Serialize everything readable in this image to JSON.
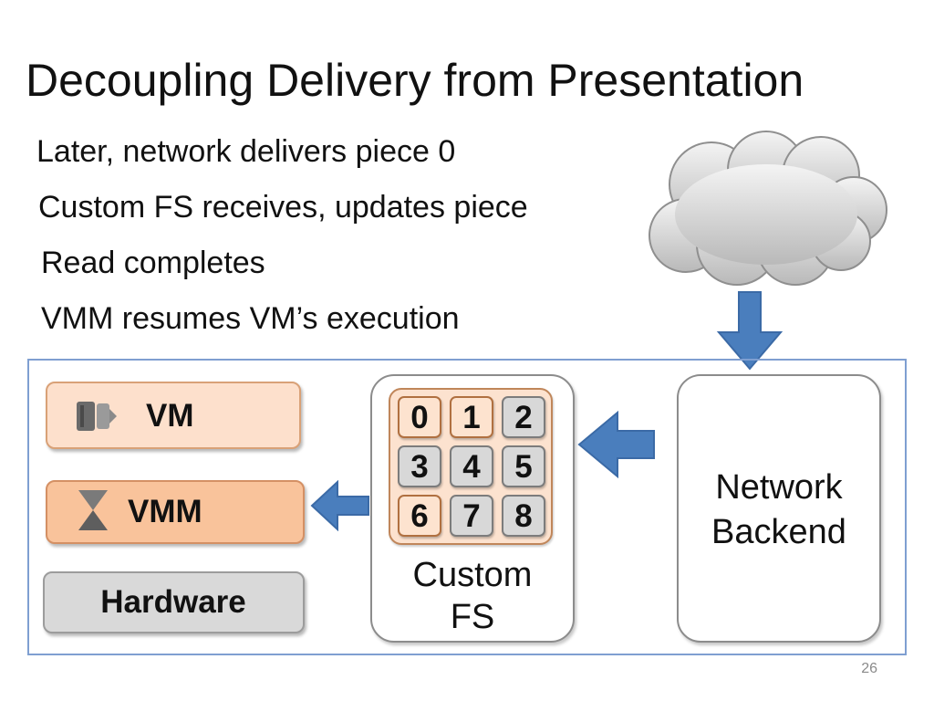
{
  "slide": {
    "title": "Decoupling Delivery from Presentation",
    "bullets": [
      "Later, network delivers piece 0",
      "Custom FS receives, updates piece",
      "Read completes",
      "VMM resumes VM’s execution"
    ],
    "page_number": "26"
  },
  "diagram": {
    "layers": {
      "vm": "VM",
      "vmm": "VMM",
      "hardware": "Hardware"
    },
    "custom_fs": {
      "label_line1": "Custom",
      "label_line2": "FS",
      "pieces": [
        {
          "label": "0",
          "state": "present"
        },
        {
          "label": "1",
          "state": "present"
        },
        {
          "label": "2",
          "state": "missing"
        },
        {
          "label": "3",
          "state": "missing"
        },
        {
          "label": "4",
          "state": "missing"
        },
        {
          "label": "5",
          "state": "missing"
        },
        {
          "label": "6",
          "state": "present"
        },
        {
          "label": "7",
          "state": "missing"
        },
        {
          "label": "8",
          "state": "missing"
        }
      ]
    },
    "network_backend": {
      "label_line1": "Network",
      "label_line2": "Backend"
    },
    "icons": {
      "cloud": "cloud-icon",
      "vm": "film-reel-icon",
      "vmm": "hourglass-icon"
    },
    "colors": {
      "arrow": "#4a7ebd",
      "vm_fill": "#fde0cc",
      "vmm_fill": "#f9c39b",
      "hardware_fill": "#d9d9d9",
      "piece_present": "#fde3cf",
      "piece_missing": "#d8d8d8",
      "frame": "#7f9fd1"
    }
  }
}
